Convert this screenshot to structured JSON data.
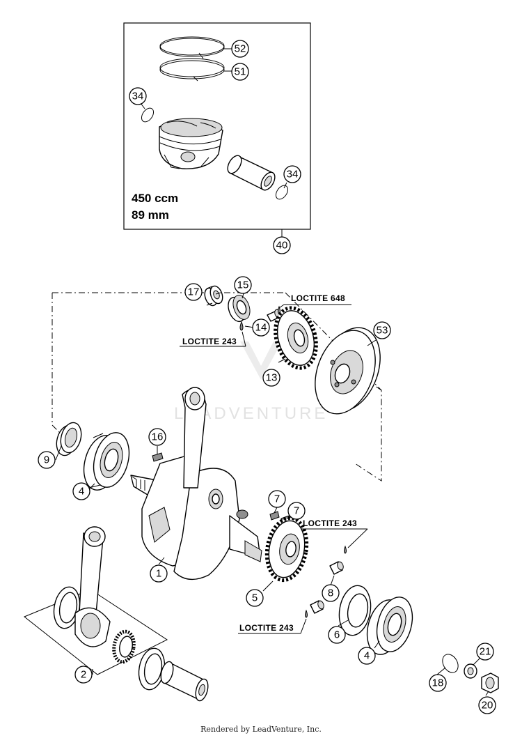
{
  "diagram": {
    "watermark_text": "LEADVENTURE",
    "footer": "Rendered by LeadVenture, Inc.",
    "piston_kit": {
      "displacement": "450 ccm",
      "bore": "89 mm"
    },
    "callouts": {
      "c52": "52",
      "c51": "51",
      "c34a": "34",
      "c34b": "34",
      "c40": "40",
      "c17": "17",
      "c15": "15",
      "c14": "14",
      "c13": "13",
      "c53": "53",
      "c16": "16",
      "c9": "9",
      "c4a": "4",
      "c1": "1",
      "c7a": "7",
      "c7b": "7",
      "c8": "8",
      "c5": "5",
      "c6": "6",
      "c4b": "4",
      "c2": "2",
      "c21": "21",
      "c18": "18",
      "c20": "20"
    },
    "loctite": {
      "l648": "LOCTITE 648",
      "l243_upper": "LOCTITE 243",
      "l243_mid": "LOCTITE 243",
      "l243_lower": "LOCTITE 243"
    }
  }
}
